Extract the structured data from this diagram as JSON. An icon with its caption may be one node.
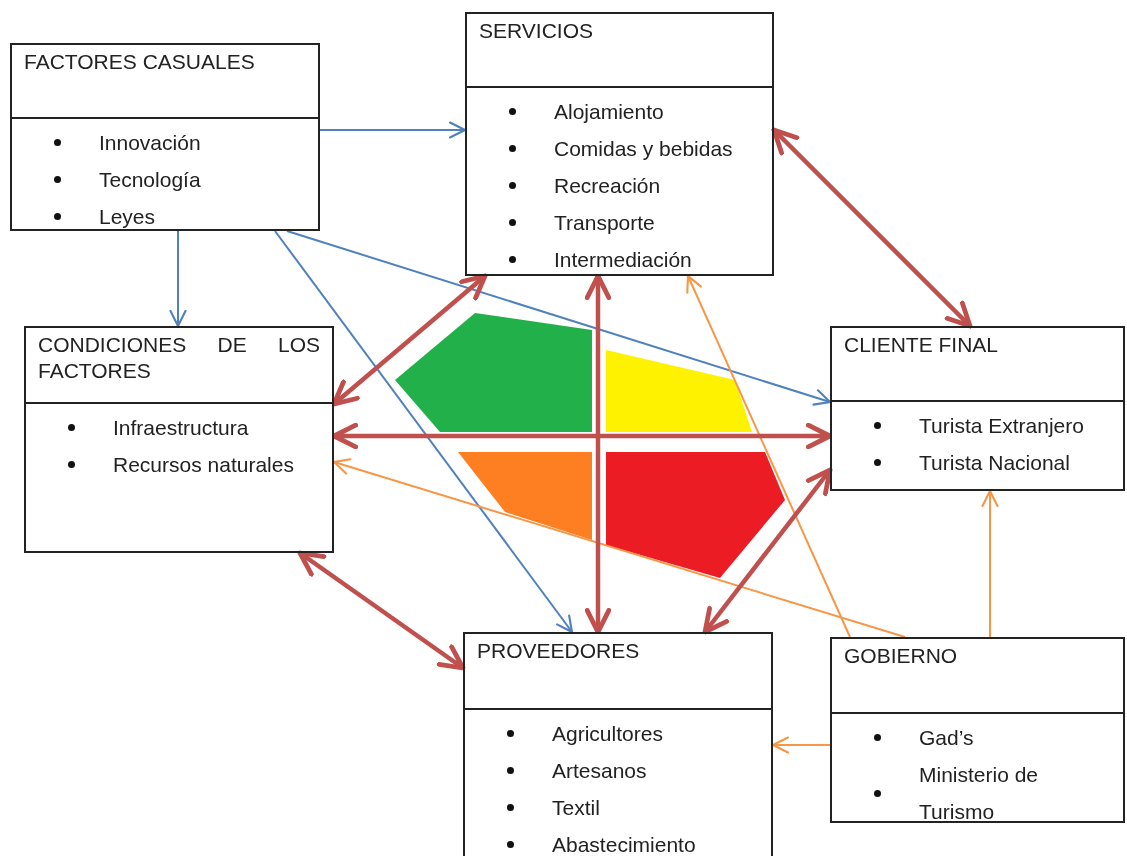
{
  "diagram": {
    "nodes": [
      {
        "text": [
          "FACTORES CASUALES",
          "Innovación",
          "Tecnología",
          "Leyes"
        ]
      },
      {
        "text": [
          "SERVICIOS",
          "Alojamiento",
          "Comidas y bebidas",
          "Recreación",
          "Transporte",
          "Intermediación"
        ]
      },
      {
        "text": [
          "CONDICIONES DE LOS FACTORES",
          "Infraestructura",
          "Recursos naturales"
        ]
      },
      {
        "text": [
          "CLIENTE FINAL",
          "Turista Extranjero",
          "Turista Nacional"
        ]
      },
      {
        "text": [
          "PROVEEDORES",
          "Agricultores",
          "Artesanos",
          "Textil",
          "Abastecimiento"
        ]
      },
      {
        "text": [
          "GOBIERNO",
          "Gad’s",
          "Ministerio de Turismo"
        ]
      }
    ],
    "edges": [
      {
        "from": 0,
        "to": 1,
        "arrow": "to",
        "color": "#4f81bd"
      },
      {
        "from": 0,
        "to": 2,
        "arrow": "to",
        "color": "#4f81bd"
      },
      {
        "from": 0,
        "to": 3,
        "arrow": "to",
        "color": "#4f81bd"
      },
      {
        "from": 0,
        "to": 4,
        "arrow": "to",
        "color": "#4f81bd"
      },
      {
        "from": 5,
        "to": 2,
        "arrow": "to",
        "color": "#f79646"
      },
      {
        "from": 5,
        "to": 1,
        "arrow": "to",
        "color": "#f79646"
      },
      {
        "from": 5,
        "to": 3,
        "arrow": "to",
        "color": "#f79646"
      },
      {
        "from": 5,
        "to": 4,
        "arrow": "to",
        "color": "#f79646"
      },
      {
        "from": 1,
        "to": 3,
        "arrow": "both",
        "style": "thick"
      },
      {
        "from": 2,
        "to": 1,
        "arrow": "both",
        "style": "thick"
      },
      {
        "from": 2,
        "to": 3,
        "arrow": "both",
        "style": "thick"
      },
      {
        "from": 1,
        "to": 4,
        "arrow": "both",
        "style": "thick"
      },
      {
        "from": 4,
        "to": 3,
        "arrow": "both",
        "style": "thick"
      },
      {
        "from": 2,
        "to": 4,
        "arrow": "both",
        "style": "thick"
      }
    ]
  }
}
